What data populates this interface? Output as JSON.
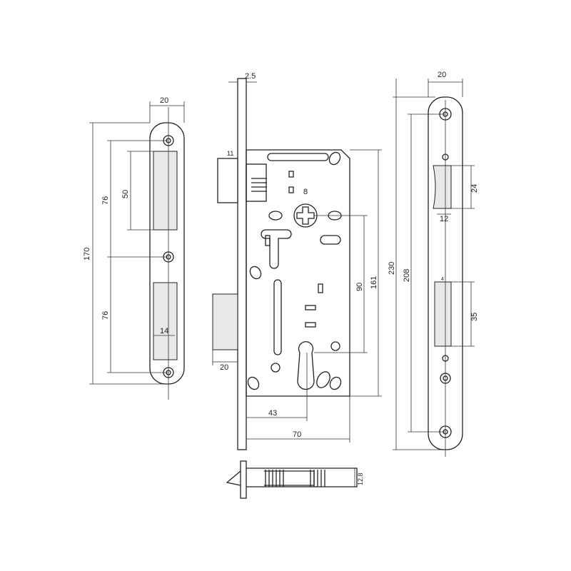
{
  "title": "Mortise lock technical drawing",
  "strike_plate": {
    "width": "20",
    "total_hole_spacing": "170",
    "upper_spacing": "76",
    "lower_spacing": "76",
    "latch_cutout_height": "50",
    "bolt_cutout_width": "14"
  },
  "lock_body": {
    "faceplate_thickness": "2.5",
    "latch_offset": "11",
    "follower_size": "8",
    "center_distance": "90",
    "body_height": "161",
    "backset": "43",
    "body_depth": "70",
    "bolt_throw": "20"
  },
  "faceplate": {
    "width": "20",
    "total_length": "230",
    "screw_spacing": "208",
    "latch_opening_height": "24",
    "latch_opening_width": "12",
    "bolt_opening_height": "35",
    "small_dim": "4"
  },
  "bottom_view": {
    "thickness": "12.8"
  }
}
